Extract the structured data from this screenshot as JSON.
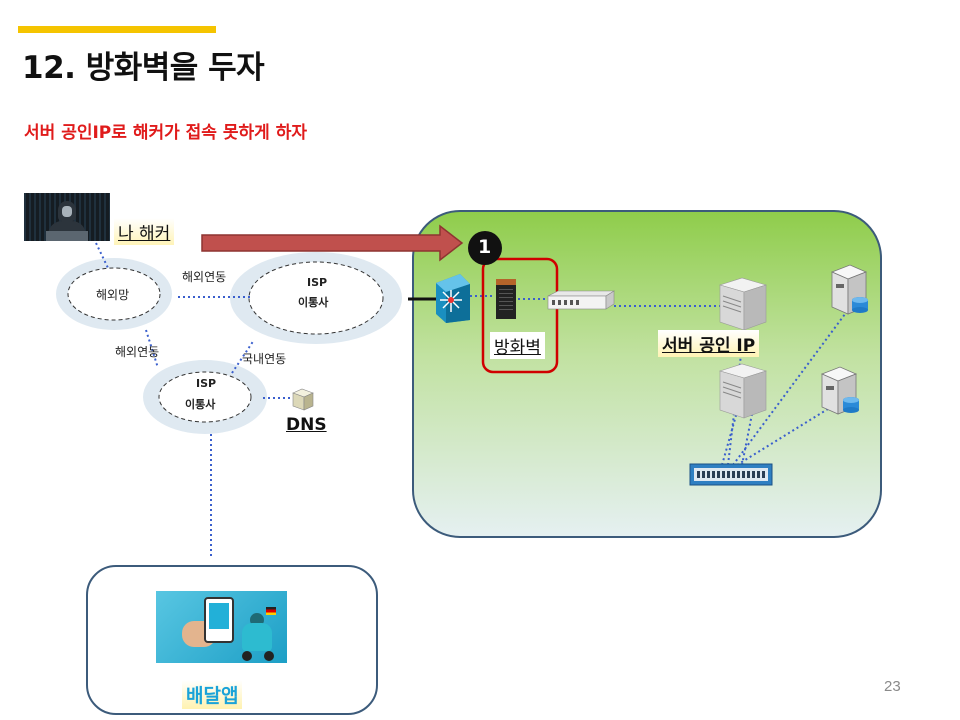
{
  "slide": {
    "title": "12. 방화벽을 두자",
    "subtitle": "서버 공인IP로 해커가 접속 못하게 하자",
    "page_number": "23"
  },
  "labels": {
    "hacker": "나 해커",
    "overseas_net": "해외망",
    "isp_top_line1": "ISP",
    "isp_top_line2": "이통사",
    "isp_bottom_line1": "ISP",
    "isp_bottom_line2": "이통사",
    "overseas_link_top": "해외연동",
    "overseas_link_left": "해외연동",
    "domestic_link": "국내연동",
    "dns": "DNS",
    "firewall": "방화벽",
    "server_public_ip": "서버 공인 IP",
    "step_number": "1",
    "delivery_app": "배달앱"
  },
  "colors": {
    "accent_bar": "#f5c400",
    "subtitle": "#e01b1b",
    "arrow": "#c0504d",
    "firewall_highlight": "#d00000",
    "zone_border": "#3c5b7b",
    "link_dotted": "#3a5fcd"
  },
  "icons": {
    "hacker": "hacker-image",
    "switch": "network-switch-icon",
    "firewall": "firewall-device-icon",
    "router": "router-icon",
    "server": "tower-server-icon",
    "db_server": "database-server-icon",
    "patch_panel": "patch-panel-icon",
    "dns": "dns-server-icon",
    "app": "delivery-app-image"
  }
}
